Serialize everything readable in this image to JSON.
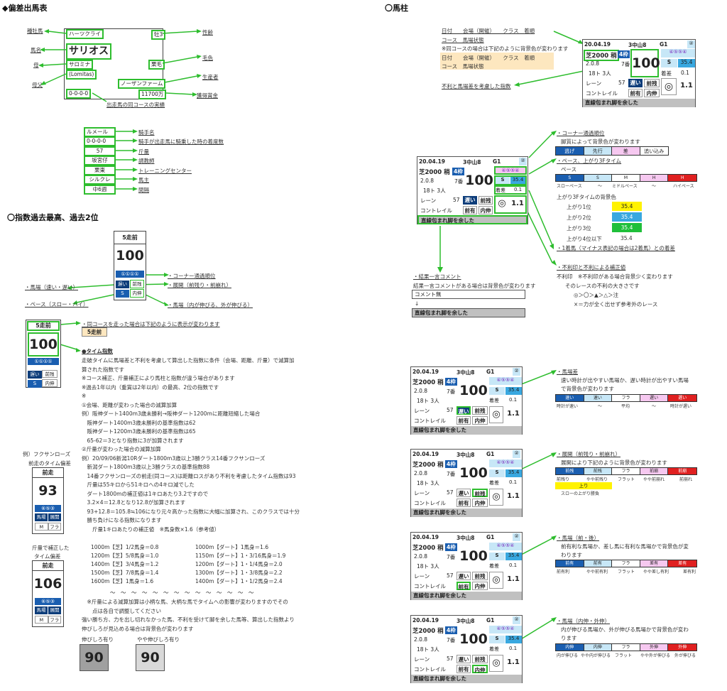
{
  "sections": {
    "s1": "◆偏差出馬表",
    "s2": "〇馬柱",
    "s3": "〇指数過去最高、過去2位"
  },
  "entry": {
    "sire": "ハーツクライ",
    "horse": "サリオス",
    "dam": "サロミナ",
    "damsire": "(Lomitas)",
    "record": "0-0-0-0",
    "sex": "牡3",
    "color": "栗毛",
    "breeder": "ノーザンファーム",
    "earnings": "11700万",
    "labels": {
      "sire": "種牡馬",
      "horse": "馬名",
      "dam": "母",
      "damsire": "母父",
      "sex": "性齢",
      "color": "毛色",
      "breeder": "生産者",
      "earnings": "獲得賞金",
      "record": "出走馬の同コースの実績"
    }
  },
  "jockey": {
    "rows": [
      {
        "v": "ルメール",
        "l": "騎手名"
      },
      {
        "v": "0-0-0-0",
        "l": "騎手が出走馬に騎乗した時の着度数"
      },
      {
        "v": "57",
        "l": "斤量"
      },
      {
        "v": "坂宮仔",
        "l": "調教師"
      },
      {
        "v": "栗東",
        "l": "トレーニングセンター"
      },
      {
        "v": "シルクレ",
        "l": "馬主"
      },
      {
        "v": "中6週",
        "l": "間隔"
      }
    ]
  },
  "past": {
    "head": "5走前",
    "score": "100",
    "circles": "①①①①",
    "p1": "遅い",
    "p2": "前残",
    "p3": "S",
    "p4": "内伸",
    "l_corner": "・コーナー通過順位",
    "l_pace": "・馬場（速い・遅い）",
    "l_dev": "・展開（前残り・前崩れ）",
    "l_sl": "・ペース（スロー・ハイ）",
    "l_in": "・馬場（内が伸びる、外が伸びる）",
    "head2": "5走前",
    "score2": "100",
    "samecourse": "・同コースを走った場合は下記のように表示が変わります",
    "samecourse_box": "5走前",
    "timeidx_title": "●タイム指数",
    "timeidx": [
      "走破タイムに馬場差と不利を考慮して算出した指数に条件（会場、距離、斤量）で減算加",
      "算された指数です",
      "※コース補正、斤量補正により馬柱と指数が違う場合があります",
      "※過去1年以内（重賞は2年以内）の最高、2位の指数です",
      "※",
      "①会場、距離が変わった場合の減算加算",
      "例）阪神ダート1400m3歳未勝利→阪神ダート1200mに距離短縮した場合",
      "　阪神ダート1400m3歳未勝利の基準指数は62",
      "　阪神ダート1200m3歳未勝利の基準指数は65",
      "　65-62＝3となり指数に3が加算されます",
      "②斤量が変わった場合の減算加算",
      "例）20/09/06新潟10Rダート1800m3歳以上3勝クラス14番フクサンローズ",
      "　新潟ダート1800m3歳以上3勝クラスの基準指数88",
      "　14番フクサンローズの前走(同コース)は距離ロスがあり不利を考慮したタイム指数は93",
      "　斤量は55キロから51キロへの4キロ減でした",
      "　ダート1800mの補正値は1キロあたり3.2ですので",
      "　3.2×4＝12.8となり12.8が加算されます",
      "　93+12.8＝105.8≒106になり元々高かった指数に大幅に加算され、このクラスでは十分",
      "　勝ち負けになる指数になります",
      "　　斤量1キロあたりの補正値　※馬身数×1.6（参考値）"
    ],
    "weights_l": [
      "1000m【芝】1/2馬身＝0.8",
      "1200m【芝】5/8馬身＝1.0",
      "1400m【芝】3/4馬身＝1.2",
      "1500m【芝】7/8馬身＝1.4",
      "1600m【芝】1馬身＝1.6"
    ],
    "weights_r": [
      "1000m【ダート】1馬身＝1.6",
      "1150m【ダート】1・3/16馬身＝1.9",
      "1200m【ダート】1・1/4馬身＝2.0",
      "1300m【ダート】1・3/8馬身＝2.2",
      "1400m【ダート】1・1/2馬身＝2.4"
    ],
    "tilde": "〜　〜　〜　〜　〜　〜　〜　〜　〜　〜　〜　〜　〜　〜",
    "note2": [
      "　※斤量による減算加算は小柄な馬、大柄な馬でタイムへの影響が変わりますのでその",
      "　　点は各自で調整してください",
      "強い勝ち方、力を出し切れなかった馬、不利を受けて脚を余した馬等、算出した指数より",
      "伸びしろが見込める場合は背景色が変わります"
    ],
    "nobi1": "伸びしろ有り",
    "nobi2": "やや伸びしろ有り",
    "nobi_score": "90",
    "ex1_title": "例）フクサンローズ",
    "ex1_sub": "前走のタイム偏差",
    "ex1_head": "前走",
    "ex1_score": "93",
    "ex1_circles": "⑥⑤③",
    "ex1_a": "馬場",
    "ex1_b": "展開",
    "ex1_c": "M",
    "ex1_d": "フラ",
    "ex2_title": "斤量で補正した",
    "ex2_sub": "タイム偏差",
    "ex2_head": "前走",
    "ex2_score": "106",
    "ex2_circles": "⑥⑤③"
  },
  "card": {
    "date": "20.04.19",
    "race": "3中山8",
    "grade": "G1",
    "surface": "芝2000 稍",
    "frame": "4枠",
    "time": "2.0.8",
    "num": "7番",
    "field": "18ト 3人",
    "lane": "レーン",
    "wt": "57",
    "rider": "コントレイル",
    "score": "100",
    "s": "S",
    "v354": "35.4",
    "chaku": "着差",
    "v01": "0.1",
    "v11": "1.1",
    "osoi": "遅い",
    "maezan": "前残",
    "maeari": "前有",
    "uchinobi": "内伸",
    "comment": "直線包まれ脚を余した",
    "circle": "②",
    "circles": "④⑤⑤④"
  },
  "bachu_top": {
    "row1": "日付　　会場（開催）　　クラス　着順",
    "row2": "コース　馬場状態",
    "note": "※同コースの場合は下記のように背景色が変わります",
    "row3": "日付　　会場（開催）　　クラス　着順",
    "row4": "コース　馬場状態",
    "row5": "不利と馬場差を考慮した指数"
  },
  "right_notes": {
    "corner": "・コーナー通過順位",
    "corner2": "脚質によって背景色が変わります",
    "styles": [
      "逃げ",
      "先行",
      "差",
      "追い込み"
    ],
    "pace": "・ペース、上がり3Fタイム",
    "pace_lbl": "ペース",
    "pace_items": [
      "S",
      "S",
      "M",
      "H",
      "H"
    ],
    "pace_sub": [
      "スローペース",
      "〜",
      "ミドルペース",
      "〜",
      "ハイペース"
    ],
    "agari": "上がり3Fタイムの背景色",
    "agari_rows": [
      "上がり1位",
      "上がり2位",
      "上がり3位",
      "上がり4位以下"
    ],
    "agari_val": "35.4",
    "chakusa": "・1着馬（マイナス表記の場合は2着馬）との着差",
    "furi": "・不利印と不利による補正値",
    "furi1": "不利印　※不利印がある場合背景少く変わります",
    "furi2": "そのレースの不利の大きさです",
    "furi3": "◎＞〇＞▲＞△＞注",
    "furi4": "×＝力が全く出せず参考外のレース",
    "comment_lbl": "・結果一言コメント",
    "comment_note": "結果一言コメントがある場合は背景色が変わります",
    "comment_none": "コメント無",
    "comment_arrow": "↓",
    "baba": "・馬場差",
    "baba2": "速い時計が出やすい馬場か、遅い時計が出やすい馬場",
    "baba3": "で背景色が変わります",
    "baba_items": [
      "速い",
      "速い",
      "フラ",
      "遅い",
      "遅い"
    ],
    "baba_sub": [
      "時計が速い",
      "〜",
      "平均",
      "〜",
      "時計が遅い"
    ],
    "tenkai": "・展開（前残り・前崩れ）",
    "tenkai2": "展開により下記のように背景色が変わります",
    "tenkai_items": [
      "前残",
      "前残",
      "フラ",
      "前崩",
      "前崩"
    ],
    "tenkai_sub": [
      "前残り",
      "やや前残り",
      "フラット",
      "やや前崩れ",
      "前崩れ"
    ],
    "agari_row": "上り",
    "agari_sub": "スローの上がり勝負",
    "zenko": "・馬場（前・後）",
    "zenko2": "前有利な馬場か、差し馬に有利な馬場かで背景色が変",
    "zenko3": "わります",
    "zenko_items": [
      "前有",
      "前有",
      "フラ",
      "差有",
      "差有"
    ],
    "zenko_sub": [
      "前有利",
      "やや前有利",
      "フラット",
      "やや差し有利",
      "差有利"
    ],
    "uchisoto": "・馬場（内伸・外伸）",
    "uchisoto2": "内が伸びる馬場か、外が伸びる馬場かで背景色が変わ",
    "uchisoto3": "ります",
    "uchisoto_items": [
      "内伸",
      "内伸",
      "フラ",
      "外伸",
      "外伸"
    ],
    "uchisoto_sub": [
      "内が伸びる",
      "やや内が伸びる",
      "フラット",
      "やや外が伸びる",
      "外が伸びる"
    ]
  },
  "colors": {
    "green": "#2ebd2e",
    "blue": "#1a5eb0",
    "red": "#e02020",
    "pink": "#f6c8f0",
    "yellow": "#fff200",
    "aqua": "#39a8e0"
  }
}
